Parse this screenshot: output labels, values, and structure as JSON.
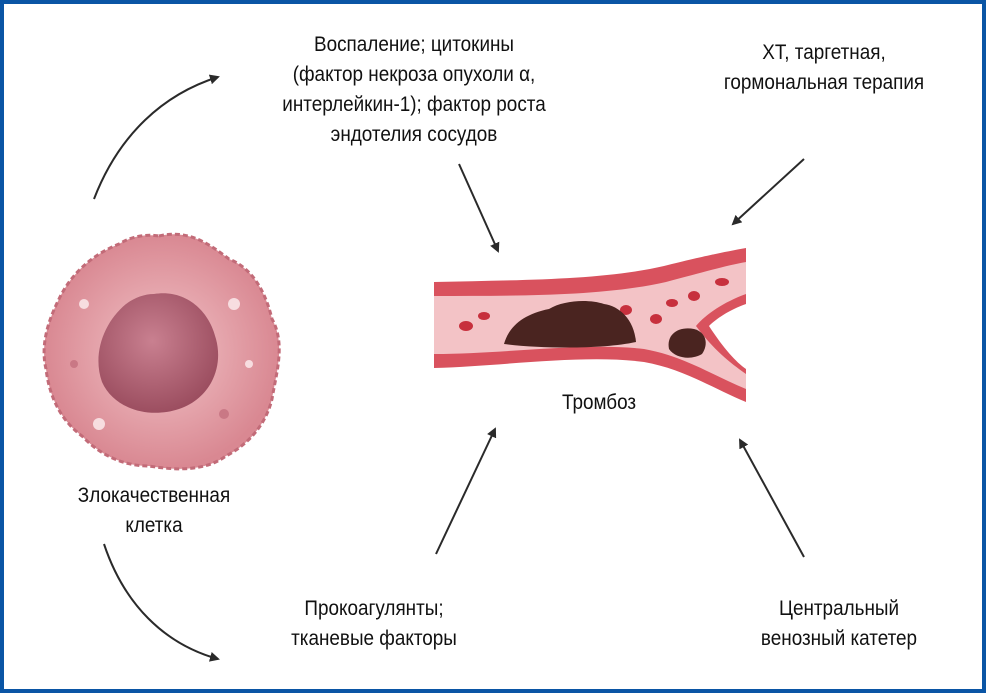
{
  "labels": {
    "inflammation": [
      "Воспаление; цитокины",
      "(фактор некроза опухоли α,",
      "интерлейкин-1); фактор роста",
      "эндотелия сосудов"
    ],
    "therapy": [
      "ХТ, таргетная,",
      "гормональная терапия"
    ],
    "malignant_cell": [
      "Злокачественная",
      "клетка"
    ],
    "thrombosis": "Тромбоз",
    "procoagulants": [
      "Прокоагулянты;",
      "тканевые факторы"
    ],
    "catheter": [
      "Центральный",
      "венозный катетер"
    ]
  },
  "colors": {
    "border": "#0a55a5",
    "vessel_wall": "#d9525e",
    "vessel_lumen": "#f3c3c6",
    "clot": "#4a2420",
    "cell": "#e8a3ab",
    "nucleus": "#b76676"
  }
}
